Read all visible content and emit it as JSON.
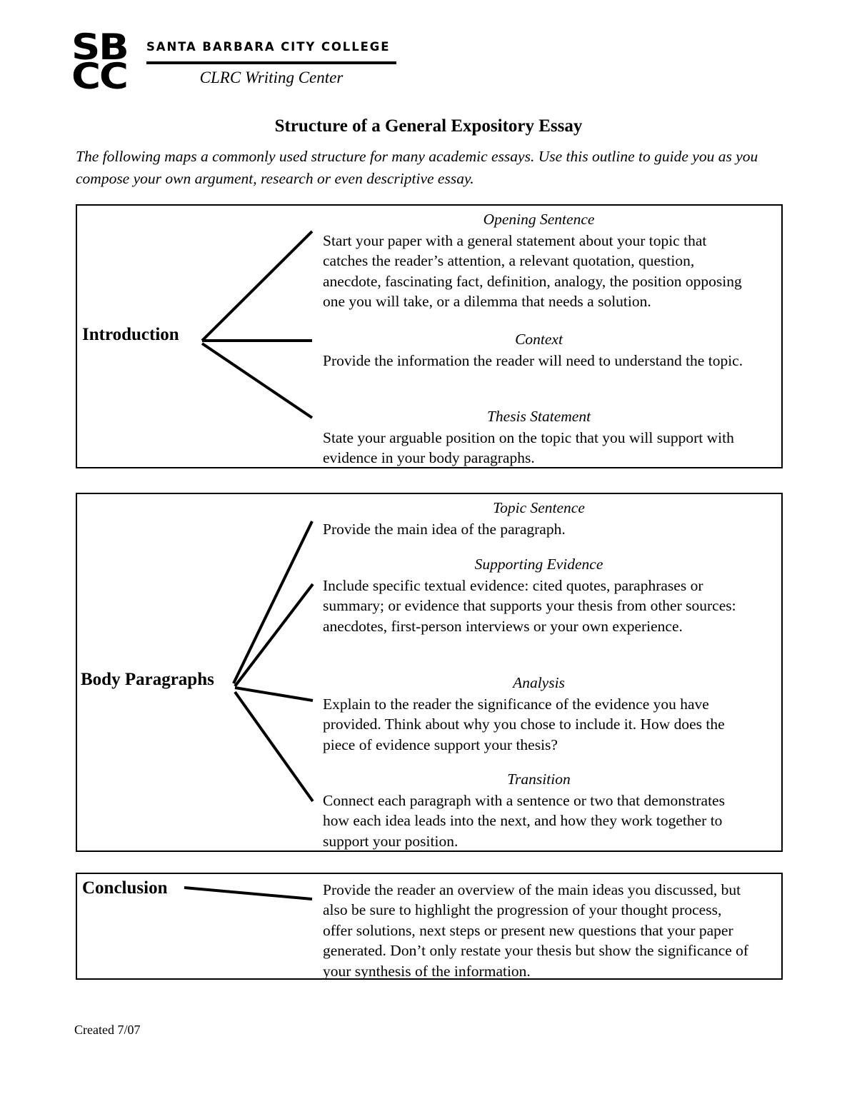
{
  "header": {
    "logo_line1": "SB",
    "logo_line2": "CC",
    "college_name": "SANTA BARBARA CITY COLLEGE",
    "center_name": "CLRC Writing Center"
  },
  "document": {
    "title": "Structure of a General Expository Essay",
    "lede": "The following maps a commonly used structure for many academic essays. Use this outline to guide you as you compose your own argument, research or even descriptive essay.",
    "footer": "Created 7/07"
  },
  "sections": {
    "introduction": {
      "label": "Introduction",
      "parts": [
        {
          "heading": "Opening Sentence",
          "text": "Start your paper with a general statement about your topic that catches the reader’s attention, a relevant quotation, question, anecdote, fascinating fact, definition, analogy, the position opposing one you will take, or a dilemma that needs a solution."
        },
        {
          "heading": "Context",
          "text": "Provide the information the reader will need to understand the topic."
        },
        {
          "heading": "Thesis Statement",
          "text": "State your arguable position on the topic that you will support with evidence in your body paragraphs."
        }
      ]
    },
    "body_paragraphs": {
      "label": "Body Paragraphs",
      "parts": [
        {
          "heading": "Topic Sentence",
          "text": "Provide the main idea of the paragraph."
        },
        {
          "heading": "Supporting Evidence",
          "text": "Include specific textual evidence: cited quotes, paraphrases or summary; or evidence that supports your thesis from other sources: anecdotes, first-person interviews or your own experience."
        },
        {
          "heading": "Analysis",
          "text": "Explain to the reader the significance of the evidence you have provided. Think about why you chose to include it. How does the piece of evidence support your thesis?"
        },
        {
          "heading": "Transition",
          "text": "Connect each paragraph with a sentence or two that demonstrates how each idea leads into the next, and how they work together to support your position."
        }
      ]
    },
    "conclusion": {
      "label": "Conclusion",
      "parts": [
        {
          "heading": "",
          "text": "Provide the reader an overview of the main ideas you discussed, but also be sure to highlight the progression of your thought process, offer solutions, next steps or present new questions that your paper generated. Don’t only restate your thesis but show the significance of  your synthesis of the information."
        }
      ]
    }
  },
  "colors": {
    "ink": "#000000",
    "page": "#ffffff"
  }
}
